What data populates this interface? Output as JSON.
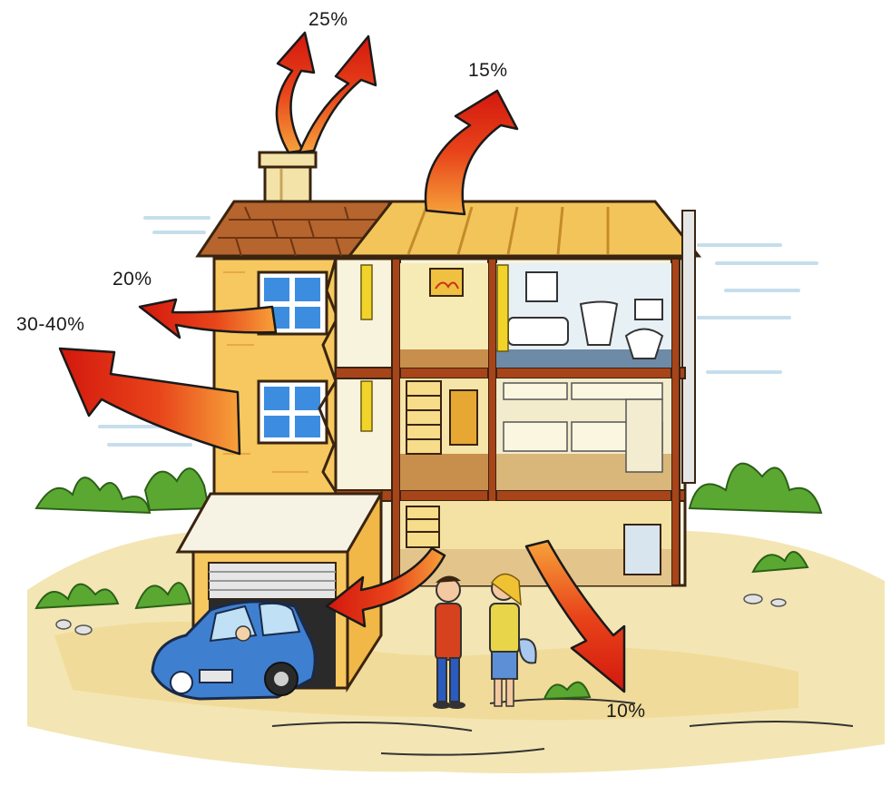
{
  "heat_loss": {
    "chimney": "25%",
    "roof": "15%",
    "windows": "20%",
    "walls": "30-40%",
    "floor": "10%"
  },
  "colors": {
    "arrow_red": "#d81e10",
    "arrow_orange": "#f07a22",
    "wall_yellow": "#f6c85f",
    "roof_brown": "#b5652d",
    "frame_brown": "#8a3a14",
    "ground": "#f1e2a8",
    "grass": "#5aa832",
    "car_blue": "#3f7fd0",
    "sky": "#cfe3ef"
  }
}
